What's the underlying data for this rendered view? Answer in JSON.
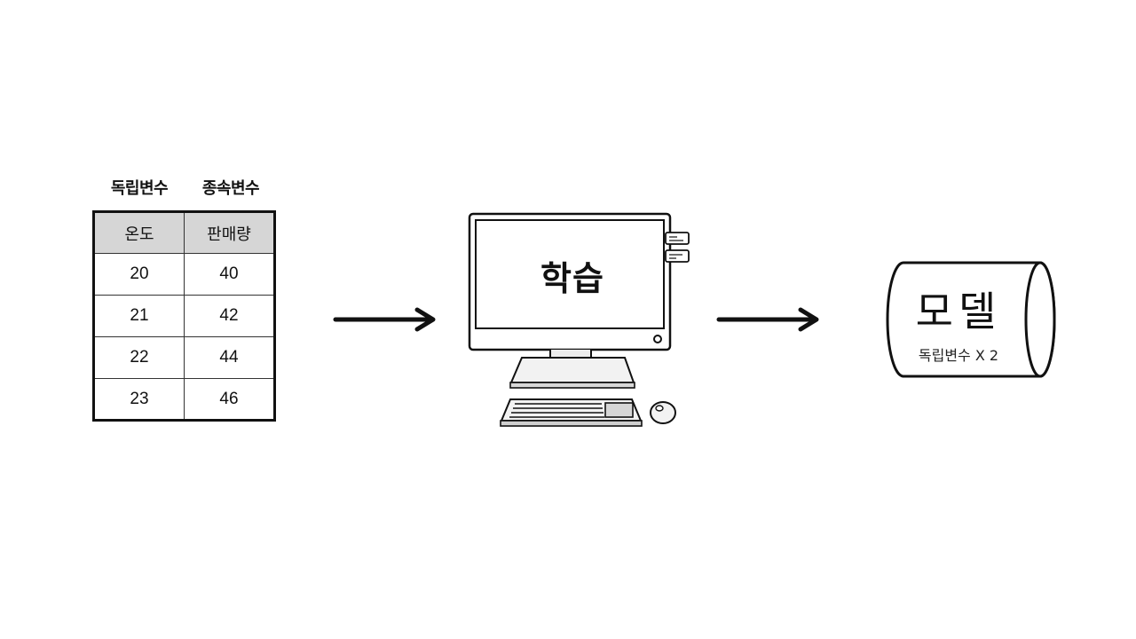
{
  "headers": {
    "independent": "독립변수",
    "dependent": "종속변수"
  },
  "table": {
    "columns": [
      "온도",
      "판매량"
    ],
    "rows": [
      [
        "20",
        "40"
      ],
      [
        "21",
        "42"
      ],
      [
        "22",
        "44"
      ],
      [
        "23",
        "46"
      ]
    ]
  },
  "computer": {
    "screen_label": "학습"
  },
  "model": {
    "title": "모델",
    "subtitle": "독립변수 X 2"
  }
}
